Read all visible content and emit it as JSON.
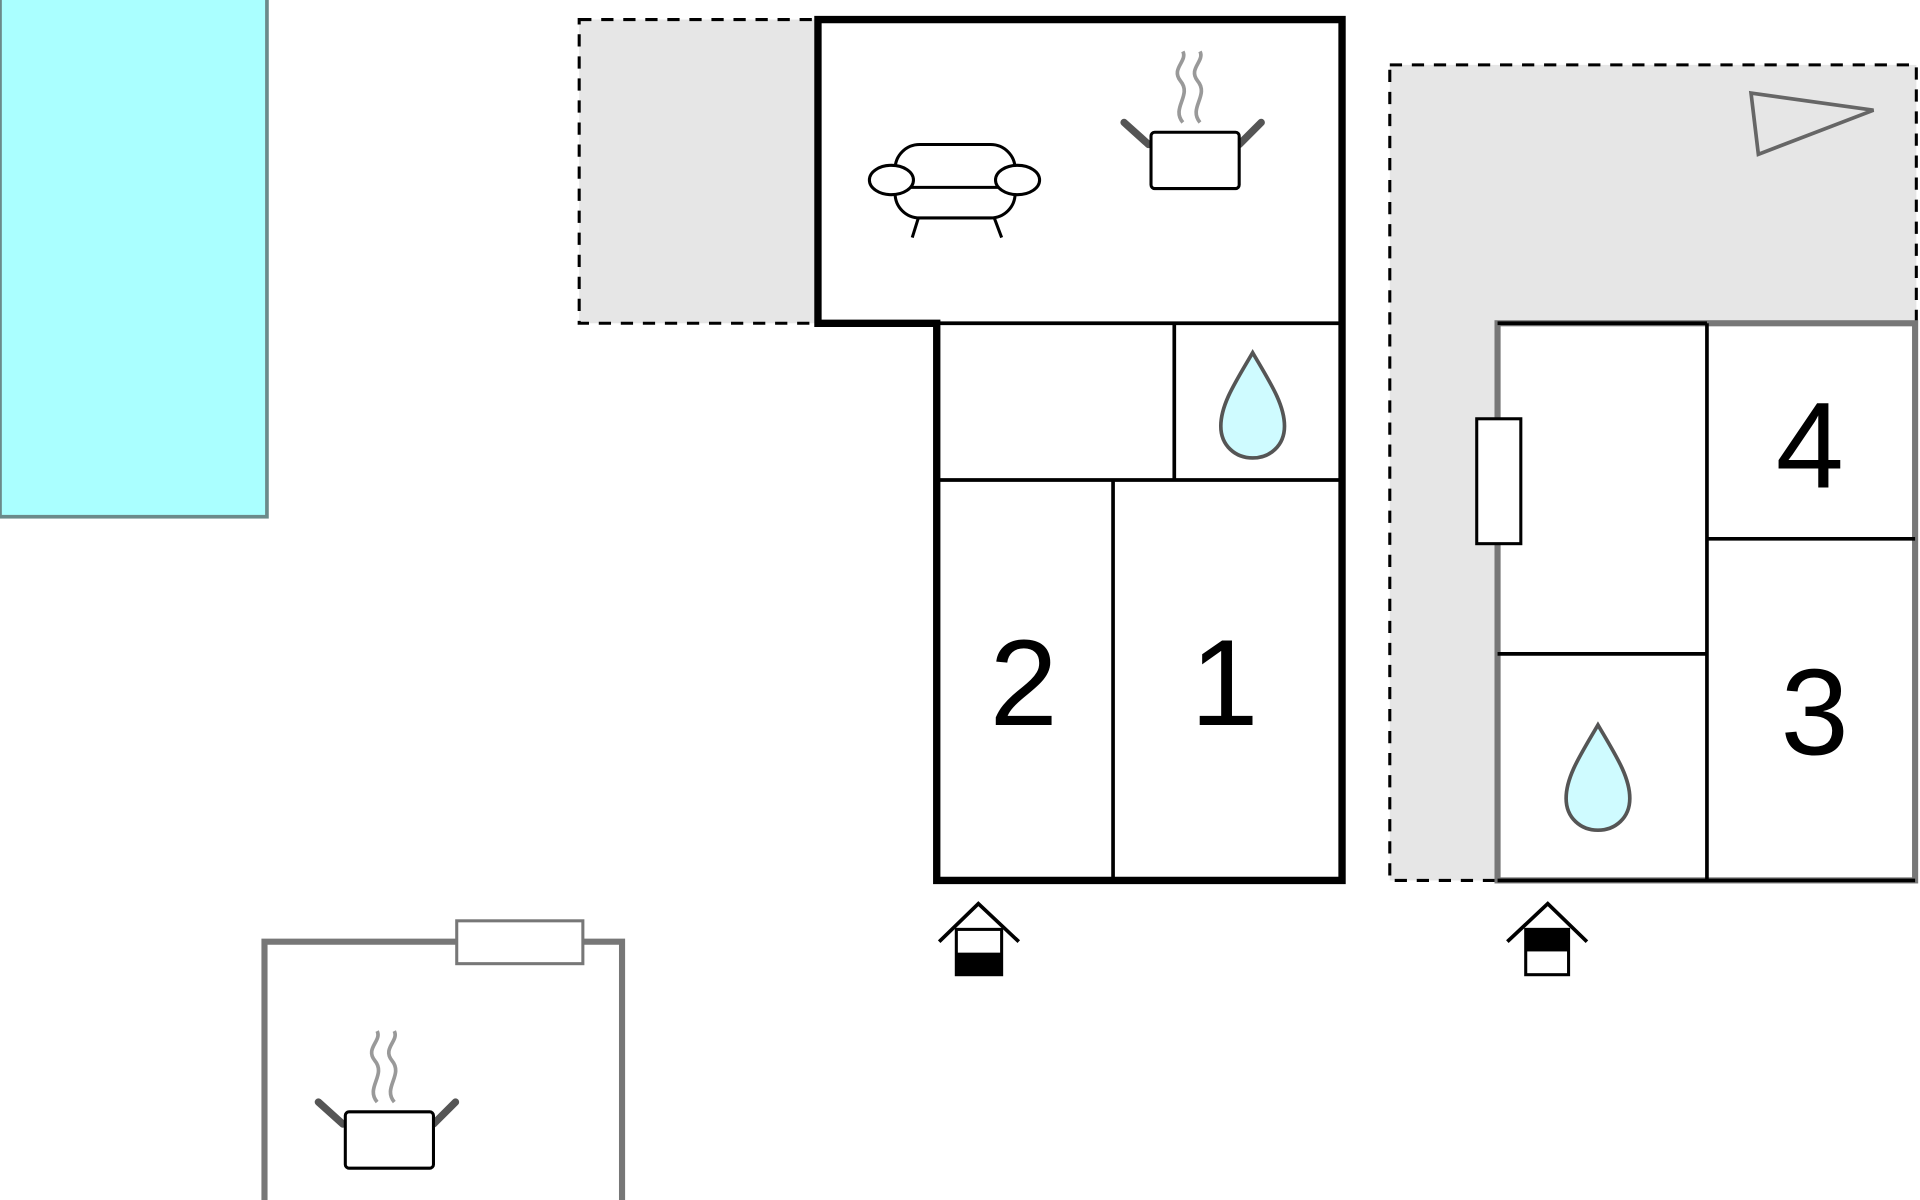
{
  "colors": {
    "pool": "#aaffff",
    "pool_border": "#6b8a8a",
    "terrace": "#e6e6e6",
    "wall_main": "#000000",
    "wall_secondary": "#777777",
    "water_fill": "#cffbff",
    "background": "#ffffff"
  },
  "buildings": {
    "main": {
      "rooms": [
        {
          "label": "2"
        },
        {
          "label": "1"
        }
      ],
      "icons": [
        "sofa-icon",
        "cooking-pot-icon",
        "water-drop-icon",
        "entrance-icon"
      ]
    },
    "annex": {
      "rooms": [
        {
          "label": "4"
        },
        {
          "label": "3"
        }
      ],
      "icons": [
        "water-drop-icon",
        "entrance-icon",
        "window-icon",
        "north-arrow-icon"
      ]
    },
    "outbuilding": {
      "icons": [
        "cooking-pot-icon",
        "window-icon"
      ]
    }
  },
  "features": [
    "pool",
    "terrace-left",
    "terrace-right"
  ]
}
